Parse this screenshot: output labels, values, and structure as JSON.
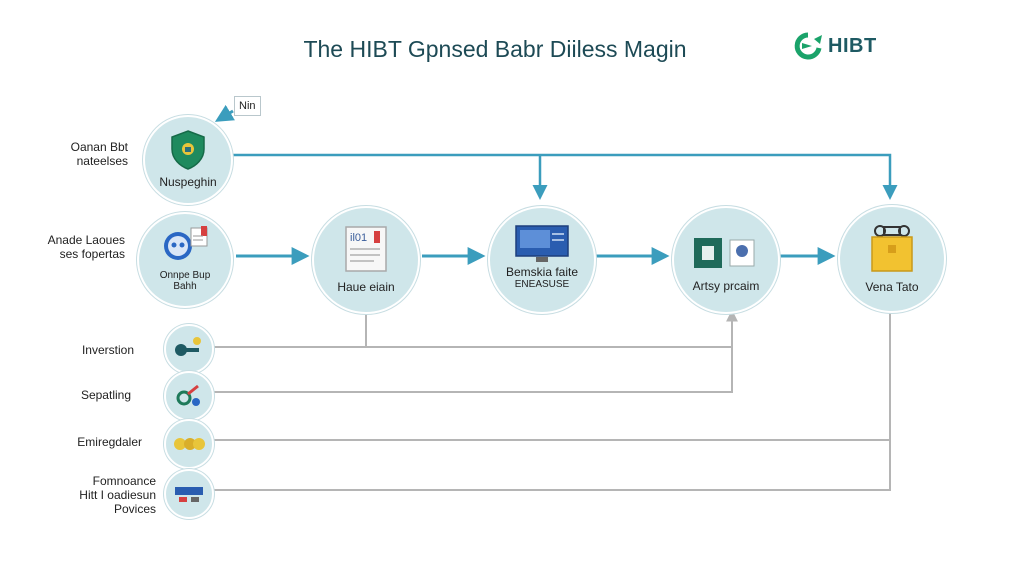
{
  "title": "The HIBT Gpnsed Babr Diiless Magin",
  "logo": {
    "text": "HIBT",
    "accent": "#1aa36a"
  },
  "note_label": "Nin",
  "side_labels": [
    {
      "lines": [
        "Oanan Bbt",
        "nateelses"
      ]
    },
    {
      "lines": [
        "Anade Laoues",
        "ses fopertas"
      ]
    },
    {
      "lines": [
        "Inverstion"
      ]
    },
    {
      "lines": [
        "Sepatling"
      ]
    },
    {
      "lines": [
        "Emiregdaler"
      ]
    },
    {
      "lines": [
        "Fomnoance",
        "Hitt I oadiesun",
        "Povices"
      ]
    }
  ],
  "nodes": {
    "n1": {
      "label": "Nuspeghin",
      "icon": "shield-icon"
    },
    "n2": {
      "label": "Onnpe Bup Bahh",
      "icon": "robot-icon"
    },
    "n3": {
      "label": "Haue eiain",
      "icon": "document-icon"
    },
    "n4": {
      "label": "Bemskia faite",
      "sublabel": "ENEASUSE",
      "icon": "monitor-icon"
    },
    "n5": {
      "label": "Artsy prcaim",
      "icon": "id-card-icon"
    },
    "n6": {
      "label": "Vena Tato",
      "icon": "briefcase-icon"
    }
  },
  "colors": {
    "node_fill": "#cfe6ea",
    "arrow": "#3b9dbd",
    "connector": "#b5b5b5",
    "title": "#1d4a55"
  }
}
